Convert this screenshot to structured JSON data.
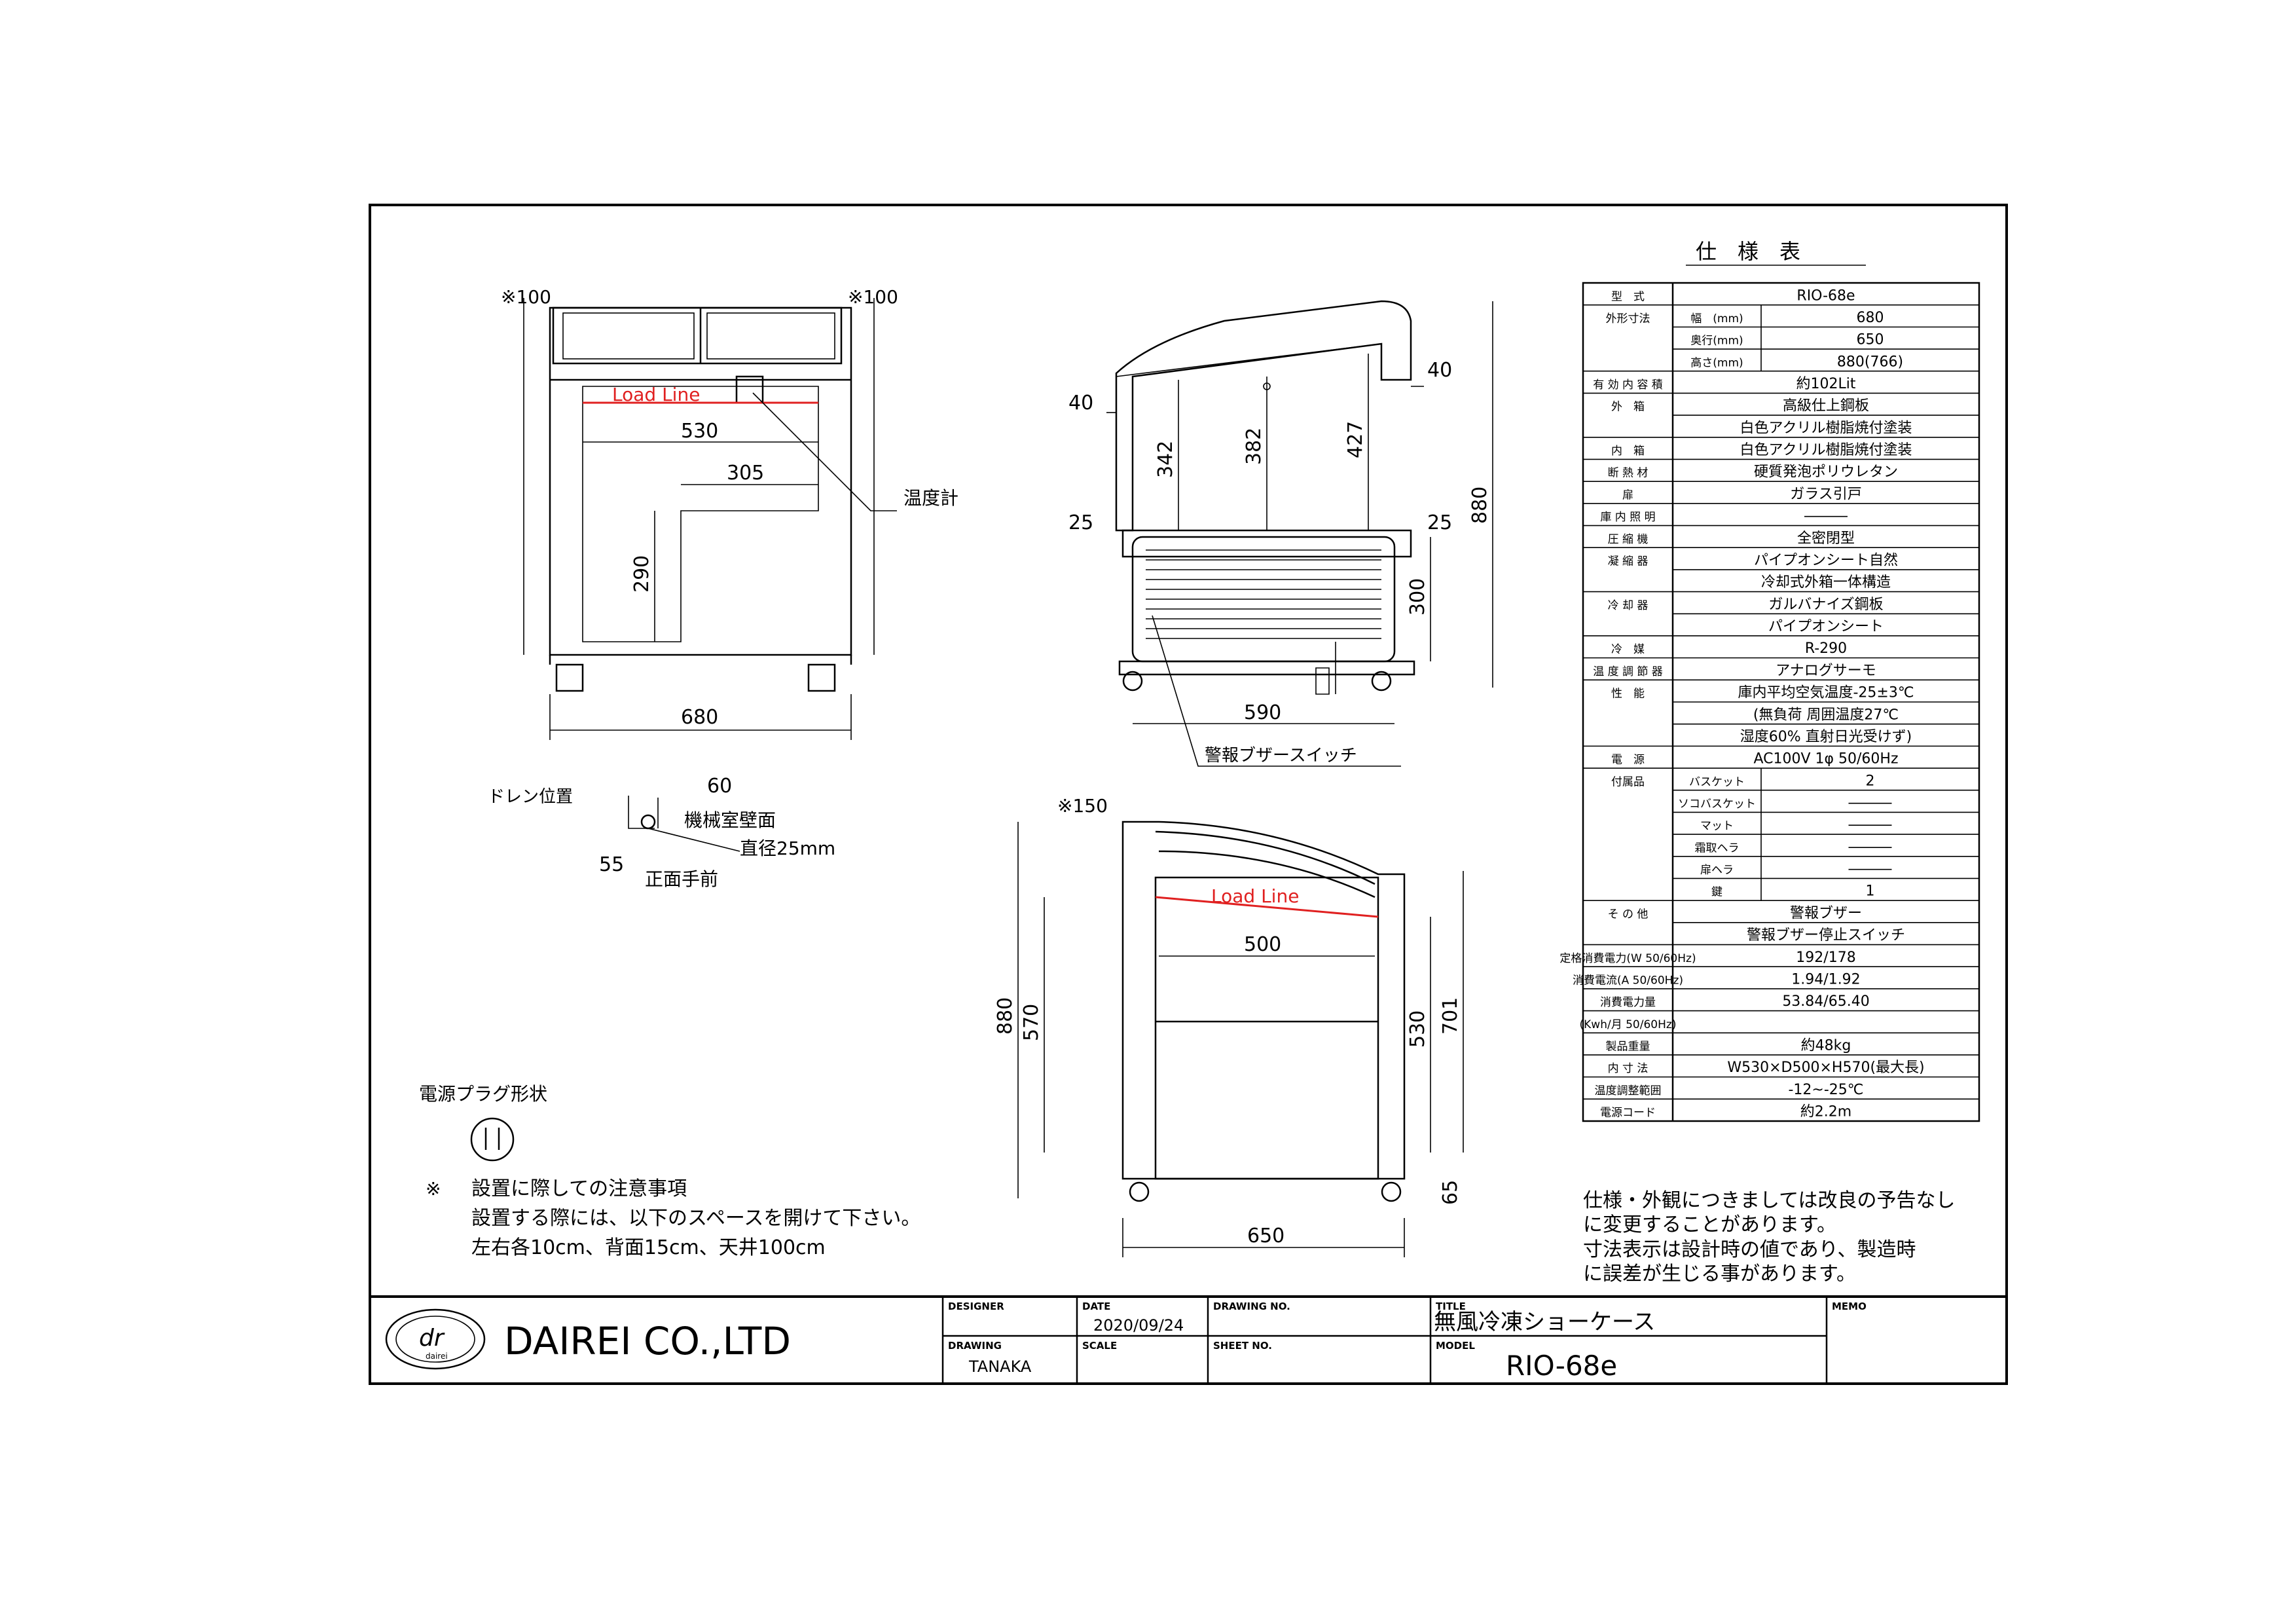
{
  "front_view": {
    "margin_left": "※100",
    "margin_right": "※100",
    "load_line": "Load Line",
    "dim_530": "530",
    "dim_305": "305",
    "dim_290": "290",
    "thermometer": "温度計",
    "width": "680"
  },
  "side_view": {
    "dim_40_left": "40",
    "dim_40_right": "40",
    "dim_342": "342",
    "dim_382": "382",
    "dim_427": "427",
    "dim_880": "880",
    "dim_25_left": "25",
    "dim_25_right": "25",
    "dim_300": "300",
    "dim_590": "590",
    "alarm_switch": "警報ブザースイッチ"
  },
  "drain": {
    "title": "ドレン位置",
    "dim_60": "60",
    "wall": "機械室壁面",
    "diameter": "直径25mm",
    "dim_55": "55",
    "front": "正面手前"
  },
  "section_view": {
    "margin_back": "※150",
    "load_line": "Load Line",
    "dim_500": "500",
    "dim_880": "880",
    "dim_570": "570",
    "dim_530": "530",
    "dim_701": "701",
    "dim_65": "65",
    "dim_650": "650"
  },
  "plug": {
    "title": "電源プラグ形状"
  },
  "install_note": {
    "mark": "※",
    "line1": "設置に際しての注意事項",
    "line2": "設置する際には、以下のスペースを開けて下さい。",
    "line3": "左右各10cm、背面15cm、天井100cm"
  },
  "spec": {
    "title": "仕　様　表",
    "rows": [
      {
        "c1": "型　式",
        "c2": "",
        "v": "RIO-68e"
      },
      {
        "c1": "外形寸法",
        "c2": "幅　(mm)",
        "v": "680"
      },
      {
        "c1": "",
        "c2": "奥行(mm)",
        "v": "650"
      },
      {
        "c1": "",
        "c2": "高さ(mm)",
        "v": "880(766)"
      },
      {
        "c1": "有 効 内 容 積",
        "c2": "",
        "v": "約102Lit"
      },
      {
        "c1": "外　箱",
        "c2": "",
        "v": "高級仕上鋼板"
      },
      {
        "c1": "",
        "c2": "",
        "v": "白色アクリル樹脂焼付塗装"
      },
      {
        "c1": "内　箱",
        "c2": "",
        "v": "白色アクリル樹脂焼付塗装"
      },
      {
        "c1": "断 熱 材",
        "c2": "",
        "v": "硬質発泡ポリウレタン"
      },
      {
        "c1": "扉",
        "c2": "",
        "v": "ガラス引戸"
      },
      {
        "c1": "庫 内 照 明",
        "c2": "",
        "v": "―――"
      },
      {
        "c1": "圧 縮 機",
        "c2": "",
        "v": "全密閉型"
      },
      {
        "c1": "凝 縮 器",
        "c2": "",
        "v": "パイプオンシート自然"
      },
      {
        "c1": "",
        "c2": "",
        "v": "冷却式外箱一体構造"
      },
      {
        "c1": "冷 却 器",
        "c2": "",
        "v": "ガルバナイズ鋼板"
      },
      {
        "c1": "",
        "c2": "",
        "v": "パイプオンシート"
      },
      {
        "c1": "冷　媒",
        "c2": "",
        "v": "R-290"
      },
      {
        "c1": "温 度 調 節 器",
        "c2": "",
        "v": "アナログサーモ"
      },
      {
        "c1": "性　能",
        "c2": "",
        "v": "庫内平均空気温度-25±3℃"
      },
      {
        "c1": "",
        "c2": "",
        "v": "(無負荷 周囲温度27℃"
      },
      {
        "c1": "",
        "c2": "",
        "v": "湿度60% 直射日光受けず)"
      },
      {
        "c1": "電　源",
        "c2": "",
        "v": "AC100V 1φ 50/60Hz"
      },
      {
        "c1": "付属品",
        "c2": "バスケット",
        "v": "2"
      },
      {
        "c1": "",
        "c2": "ソコバスケット",
        "v": "―――"
      },
      {
        "c1": "",
        "c2": "マット",
        "v": "―――"
      },
      {
        "c1": "",
        "c2": "霜取ヘラ",
        "v": "―――"
      },
      {
        "c1": "",
        "c2": "扉ヘラ",
        "v": "―――"
      },
      {
        "c1": "",
        "c2": "鍵",
        "v": "1"
      },
      {
        "c1": "そ の 他",
        "c2": "",
        "v": "警報ブザー"
      },
      {
        "c1": "",
        "c2": "",
        "v": "警報ブザー停止スイッチ"
      },
      {
        "c1": "定格消費電力(W 50/60Hz)",
        "c2": "",
        "v": "192/178"
      },
      {
        "c1": "消費電流(A 50/60Hz)",
        "c2": "",
        "v": "1.94/1.92"
      },
      {
        "c1": "消費電力量",
        "c2": "",
        "v": "53.84/65.40"
      },
      {
        "c1": "(Kwh/月 50/60Hz)",
        "c2": "",
        "v": ""
      },
      {
        "c1": "製品重量",
        "c2": "",
        "v": "約48kg"
      },
      {
        "c1": "内 寸 法",
        "c2": "",
        "v": "W530×D500×H570(最大長)"
      },
      {
        "c1": "温度調整範囲",
        "c2": "",
        "v": "-12~-25℃"
      },
      {
        "c1": "電源コード",
        "c2": "",
        "v": "約2.2m"
      }
    ]
  },
  "notes": {
    "line1": "仕様・外観につきましては改良の予告なし",
    "line2": "に変更することがあります。",
    "line3": "寸法表示は設計時の値であり、製造時",
    "line4": "に誤差が生じる事があります。"
  },
  "title_block": {
    "company": "DAIREI CO.,LTD",
    "logo_letters": "dr",
    "logo_small": "dairei",
    "designer_label": "DESIGNER",
    "date_label": "DATE",
    "date": "2020/09/24",
    "drawing_no_label": "DRAWING NO.",
    "title_label": "TITLE",
    "title": "無風冷凍ショーケース",
    "memo_label": "MEMO",
    "drawing_label": "DRAWING",
    "drawing": "TANAKA",
    "scale_label": "SCALE",
    "sheet_no_label": "SHEET NO.",
    "model_label": "MODEL",
    "model": "RIO-68e"
  }
}
